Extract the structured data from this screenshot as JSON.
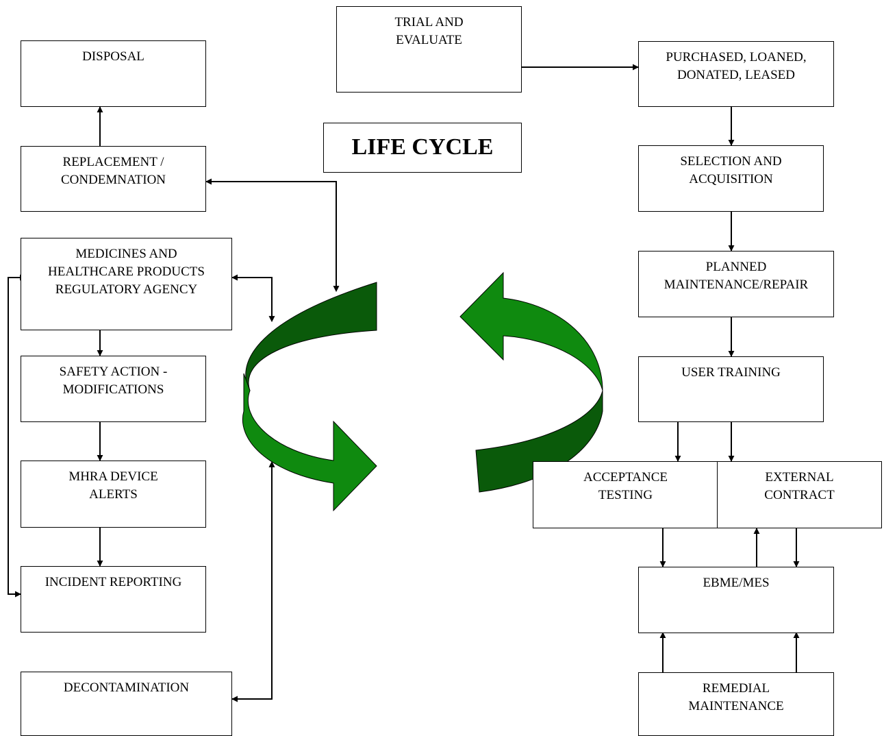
{
  "title": "LIFE CYCLE",
  "boxes": {
    "trial": "TRIAL AND\nEVALUATE",
    "purchased": "PURCHASED, LOANED,\nDONATED, LEASED",
    "selection": "SELECTION AND\nACQUISITION",
    "planned": "PLANNED\nMAINTENANCE/REPAIR",
    "training": "USER TRAINING",
    "acceptance": "ACCEPTANCE\nTESTING",
    "external": "EXTERNAL\nCONTRACT",
    "ebme": "EBME/MES",
    "remedial": "REMEDIAL\nMAINTENANCE",
    "disposal": "DISPOSAL",
    "replacement": "REPLACEMENT /\nCONDEMNATION",
    "mhra_agency": "MEDICINES AND\nHEALTHCARE PRODUCTS\nREGULATORY AGENCY",
    "safety": "SAFETY ACTION -\nMODIFICATIONS",
    "alerts": "MHRA DEVICE\nALERTS",
    "incident": "INCIDENT REPORTING",
    "decontamination": "DECONTAMINATION"
  },
  "colors": {
    "arrow_light": "#0f8a0f",
    "arrow_dark": "#0a5a0a",
    "line": "#000000"
  },
  "icons": [
    "curved-cycle-arrow-left-icon",
    "curved-cycle-arrow-right-icon"
  ]
}
